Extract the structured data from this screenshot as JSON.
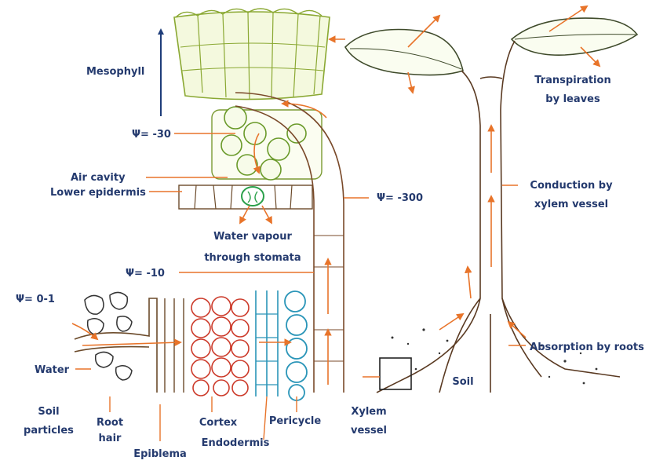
{
  "labels": {
    "mesophyll": "Mesophyll",
    "psi_30": "Ψ= -30",
    "air_cavity": "Air cavity",
    "lower_epidermis": "Lower epidermis",
    "psi_300": "Ψ= -300",
    "water_vapour_1": "Water vapour",
    "water_vapour_2": "through stomata",
    "psi_10": "Ψ= -10",
    "psi_01": "Ψ= 0-1",
    "water": "Water",
    "soil_particles_1": "Soil",
    "soil_particles_2": "particles",
    "root_hair_1": "Root",
    "root_hair_2": "hair",
    "epiblema": "Epiblema",
    "cortex": "Cortex",
    "endodermis": "Endodermis",
    "pericycle": "Pericycle",
    "xylem_vessel_1": "Xylem",
    "xylem_vessel_2": "vessel",
    "transpiration_1": "Transpiration",
    "transpiration_2": "by leaves",
    "conduction_1": "Conduction by",
    "conduction_2": "xylem vessel",
    "absorption": "Absorption by roots",
    "soil": "Soil"
  },
  "colors": {
    "label_text": "#243a6e",
    "arrow": "#e8742a",
    "stem": "#5a3a22",
    "mesophyll": "#6a9a2a",
    "cortex": "#cc3a2a",
    "pericycle": "#2a95b8"
  }
}
